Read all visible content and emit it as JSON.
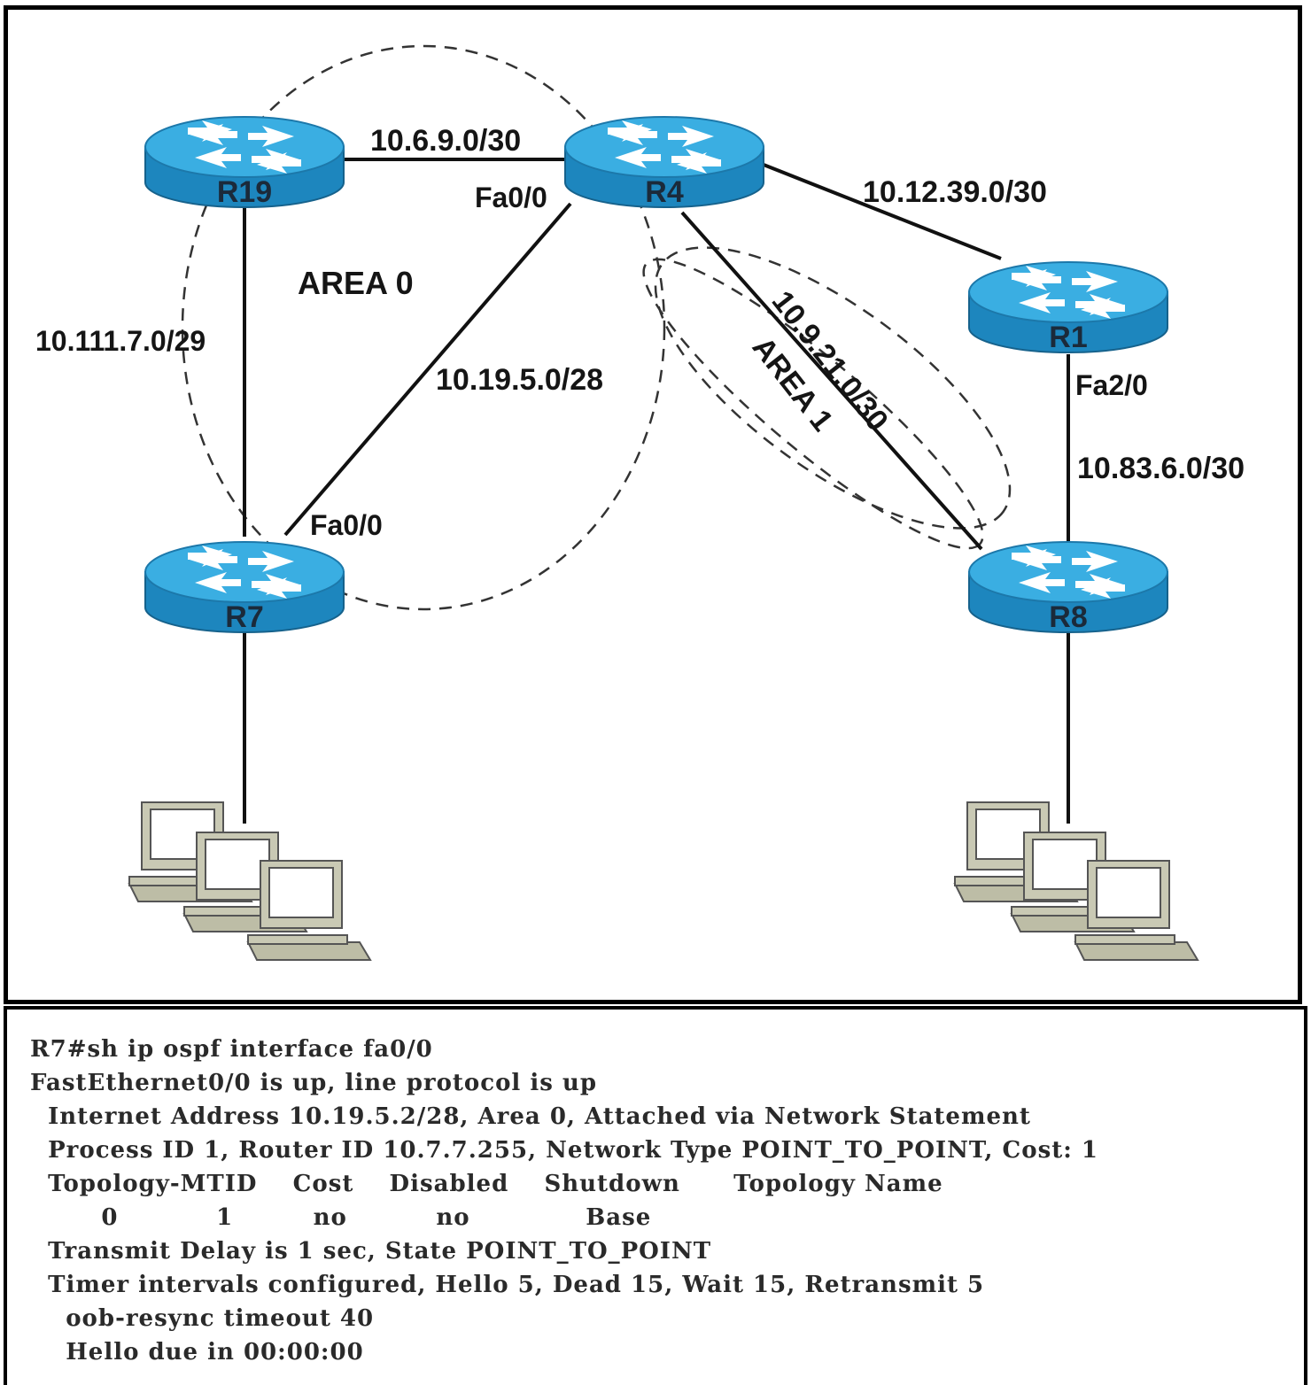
{
  "routers": [
    {
      "id": "R19",
      "label": "R19"
    },
    {
      "id": "R4",
      "label": "R4"
    },
    {
      "id": "R1",
      "label": "R1"
    },
    {
      "id": "R7",
      "label": "R7"
    },
    {
      "id": "R8",
      "label": "R8"
    }
  ],
  "links": [
    {
      "from": "R19",
      "to": "R4",
      "subnet": "10.6.9.0/30"
    },
    {
      "from": "R4",
      "to": "R1",
      "subnet": "10.12.39.0/30"
    },
    {
      "from": "R19",
      "to": "R7",
      "subnet": "10.111.7.0/29"
    },
    {
      "from": "R4",
      "to": "R7",
      "subnet": "10.19.5.0/28"
    },
    {
      "from": "R4",
      "to": "R8",
      "subnet": "10.9.21.0/30"
    },
    {
      "from": "R1",
      "to": "R8",
      "subnet": "10.83.6.0/30"
    }
  ],
  "interfaces": {
    "r4_fa00": "Fa0/0",
    "r7_fa00": "Fa0/0",
    "r1_fa20": "Fa2/0"
  },
  "areas": {
    "area0": "AREA 0",
    "area1": "AREA 1"
  },
  "colors": {
    "router_body": "#1f8bc4",
    "router_top": "#3aaee2",
    "link": "#111111",
    "pc_beige": "#c9c9b4"
  },
  "cli": {
    "lines": [
      "R7#sh ip ospf interface fa0/0",
      "FastEthernet0/0 is up, line protocol is up",
      "  Internet Address 10.19.5.2/28, Area 0, Attached via Network Statement",
      "  Process ID 1, Router ID 10.7.7.255, Network Type POINT_TO_POINT, Cost: 1",
      "  Topology-MTID    Cost    Disabled    Shutdown      Topology Name",
      "        0           1         no          no             Base",
      "  Transmit Delay is 1 sec, State POINT_TO_POINT",
      "  Timer intervals configured, Hello 5, Dead 15, Wait 15, Retransmit 5",
      "    oob-resync timeout 40",
      "    Hello due in 00:00:00"
    ]
  }
}
